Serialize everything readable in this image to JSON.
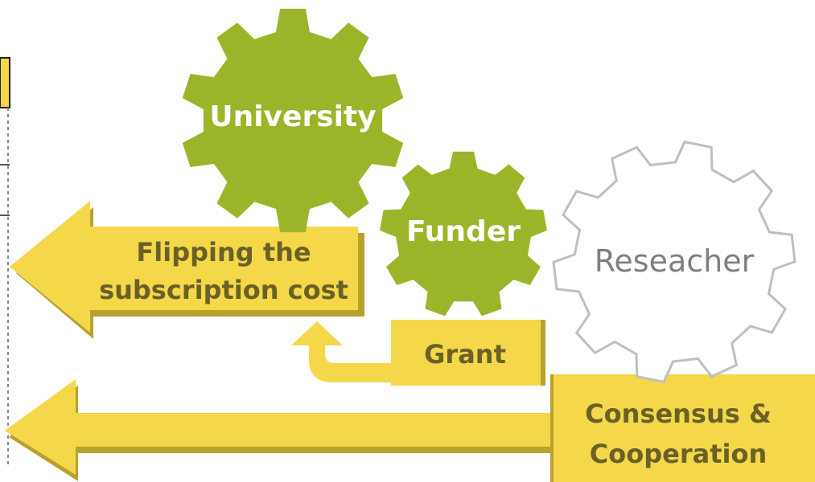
{
  "gears": {
    "university": {
      "label": "University"
    },
    "funder": {
      "label": "Funder"
    },
    "researcher": {
      "label": "Reseacher"
    }
  },
  "arrows": {
    "flipping": {
      "line1": "Flipping the",
      "line2": "subscription cost"
    },
    "grant": {
      "label": "Grant"
    },
    "consensus": {
      "line1": "Consensus &",
      "line2": "Cooperation"
    }
  },
  "colors": {
    "gear_green": "#9bb52a",
    "arrow_yellow": "#f4d84a",
    "arrow_shadow": "#b9a12e",
    "label_brown": "#6b6027",
    "gear_outline": "#bfbfbf"
  }
}
